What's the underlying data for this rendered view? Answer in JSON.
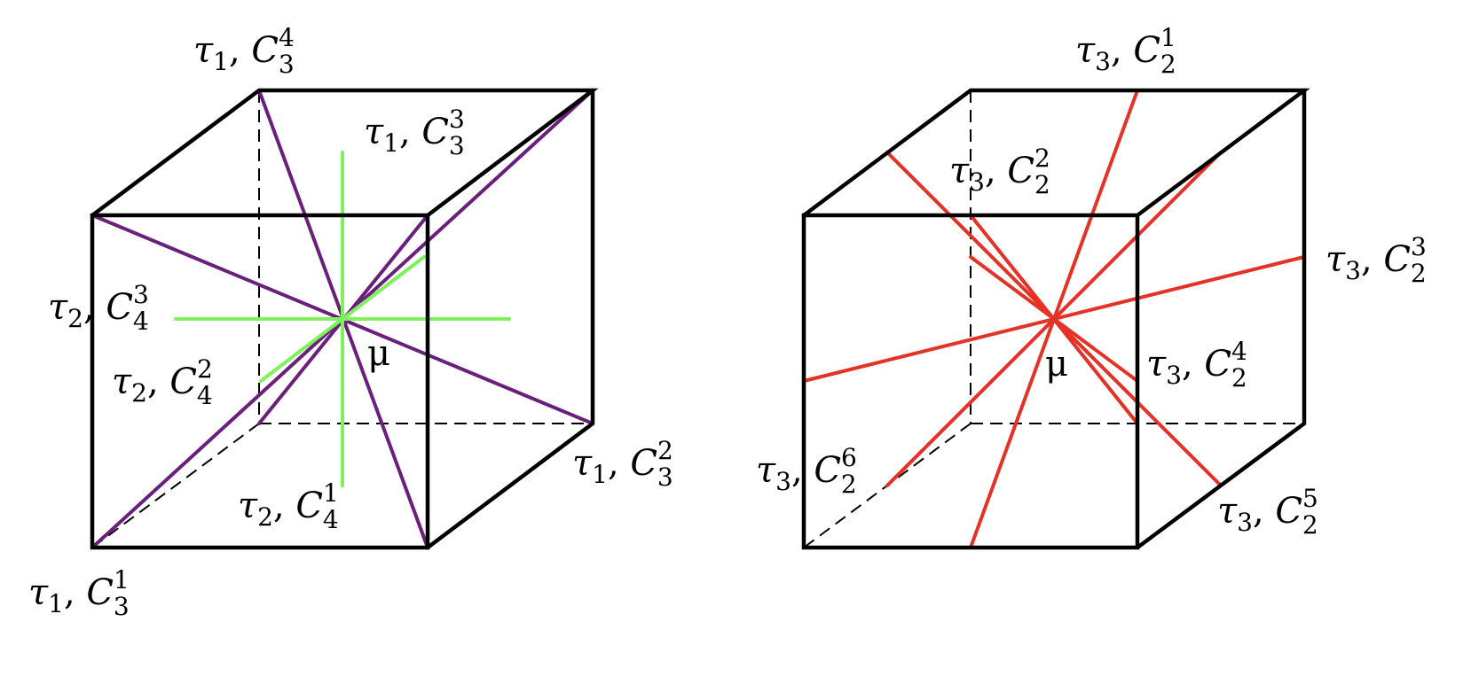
{
  "colors": {
    "c3_axis": "#6b1f7c",
    "c4_axis": "#7ef25a",
    "c2_axis": "#e53226",
    "edge": "#000000"
  },
  "center_label": "μ",
  "left_cube": {
    "labels": {
      "c3_4": {
        "tau": "τ",
        "tau_sub": "1",
        "sep": ", ",
        "C": "C",
        "C_sub": "3",
        "C_sup": "4"
      },
      "c3_3": {
        "tau": "τ",
        "tau_sub": "1",
        "sep": ", ",
        "C": "C",
        "C_sub": "3",
        "C_sup": "3"
      },
      "c3_2": {
        "tau": "τ",
        "tau_sub": "1",
        "sep": ", ",
        "C": "C",
        "C_sub": "3",
        "C_sup": "2"
      },
      "c3_1": {
        "tau": "τ",
        "tau_sub": "1",
        "sep": ", ",
        "C": "C",
        "C_sub": "3",
        "C_sup": "1"
      },
      "c4_3": {
        "tau": "τ",
        "tau_sub": "2",
        "sep": ", ",
        "C": "C",
        "C_sub": "4",
        "C_sup": "3"
      },
      "c4_2": {
        "tau": "τ",
        "tau_sub": "2",
        "sep": ", ",
        "C": "C",
        "C_sub": "4",
        "C_sup": "2"
      },
      "c4_1": {
        "tau": "τ",
        "tau_sub": "2",
        "sep": ", ",
        "C": "C",
        "C_sub": "4",
        "C_sup": "1"
      }
    }
  },
  "right_cube": {
    "labels": {
      "c2_1": {
        "tau": "τ",
        "tau_sub": "3",
        "sep": ", ",
        "C": "C",
        "C_sub": "2",
        "C_sup": "1"
      },
      "c2_2": {
        "tau": "τ",
        "tau_sub": "3",
        "sep": ", ",
        "C": "C",
        "C_sub": "2",
        "C_sup": "2"
      },
      "c2_3": {
        "tau": "τ",
        "tau_sub": "3",
        "sep": ", ",
        "C": "C",
        "C_sub": "2",
        "C_sup": "3"
      },
      "c2_4": {
        "tau": "τ",
        "tau_sub": "3",
        "sep": ", ",
        "C": "C",
        "C_sub": "2",
        "C_sup": "4"
      },
      "c2_5": {
        "tau": "τ",
        "tau_sub": "3",
        "sep": ", ",
        "C": "C",
        "C_sub": "2",
        "C_sup": "5"
      },
      "c2_6": {
        "tau": "τ",
        "tau_sub": "3",
        "sep": ", ",
        "C": "C",
        "C_sub": "2",
        "C_sup": "6"
      }
    }
  }
}
